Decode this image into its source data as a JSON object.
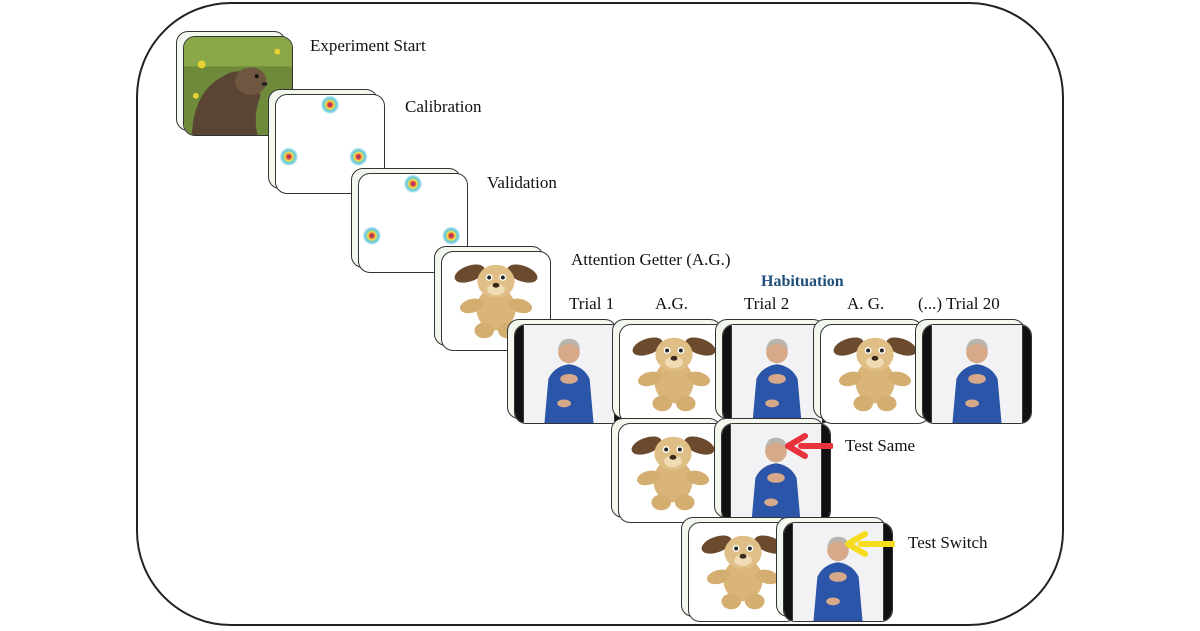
{
  "labels": {
    "experiment_start": "Experiment Start",
    "calibration": "Calibration",
    "validation": "Validation",
    "attention_getter": "Attention Getter (A.G.)",
    "habituation": "Habituation",
    "trial1": "Trial 1",
    "ag1": "A.G.",
    "trial2": "Trial 2",
    "ag2": "A. G.",
    "trial20": "(...) Trial 20",
    "test_same": "Test Same",
    "test_switch": "Test Switch"
  },
  "colors": {
    "habituation": "#1f4e79",
    "test_same_arrow": "#e8323c",
    "test_switch_arrow": "#f5dc1e"
  }
}
